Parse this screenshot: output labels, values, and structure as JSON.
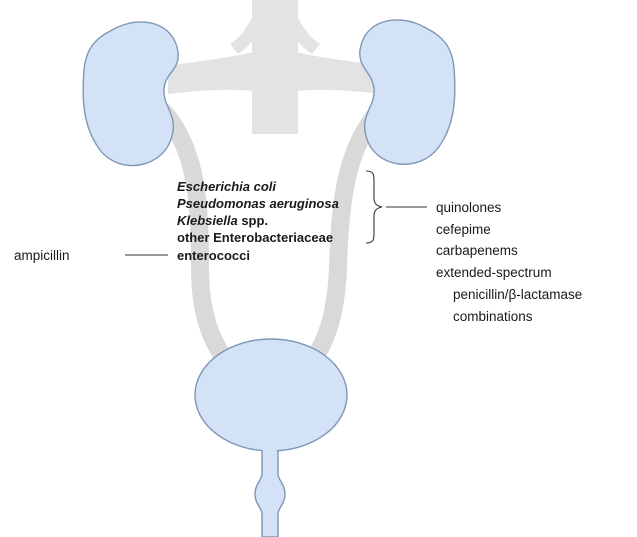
{
  "organisms": [
    {
      "name": "Escherichia coli",
      "suffix": ""
    },
    {
      "name": "Pseudomonas aeruginosa",
      "suffix": ""
    },
    {
      "name": "Klebsiella",
      "suffix": " spp."
    },
    {
      "name": "",
      "suffix": "other Enterobacteriaceae"
    },
    {
      "name": "",
      "suffix": "enterococci"
    }
  ],
  "left_drug": "ampicillin",
  "right_drugs": [
    "quinolones",
    "cefepime",
    "carbapenems",
    "extended-spectrum",
    "penicillin/β-lactamase",
    "combinations"
  ],
  "colors": {
    "organ_fill": "#d3e2f7",
    "organ_stroke": "#7f97b4",
    "vessel": "#e3e3e3",
    "ureter": "#d9d9d9",
    "line": "#333333"
  }
}
